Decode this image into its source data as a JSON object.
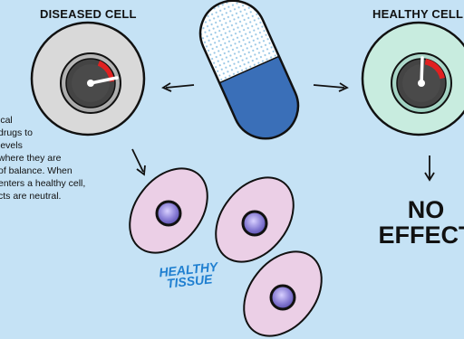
{
  "titles": {
    "diseased": "DISEASED CELL",
    "healthy": "HEALTHY CELL"
  },
  "description": {
    "lines": [
      "ical",
      "drugs to",
      "levels",
      "where they are",
      "of balance. When",
      "enters a healthy cell,",
      "cts are neutral."
    ]
  },
  "result": {
    "line1": "NO",
    "line2": "EFFECT"
  },
  "tissue_label": {
    "line1": "HEALTHY",
    "line2": "TISSUE"
  },
  "colors": {
    "background": "#c5e2f5",
    "cell_fill": "#d9d9d9",
    "healthy_cell_fill": "#c8ecdf",
    "gauge_red": "#e02020",
    "pill_blue": "#3a6fb8",
    "tissue_fill": "#ebcfe6",
    "nucleus": "#7a70c8",
    "tissue_text": "#1f7fd0"
  }
}
